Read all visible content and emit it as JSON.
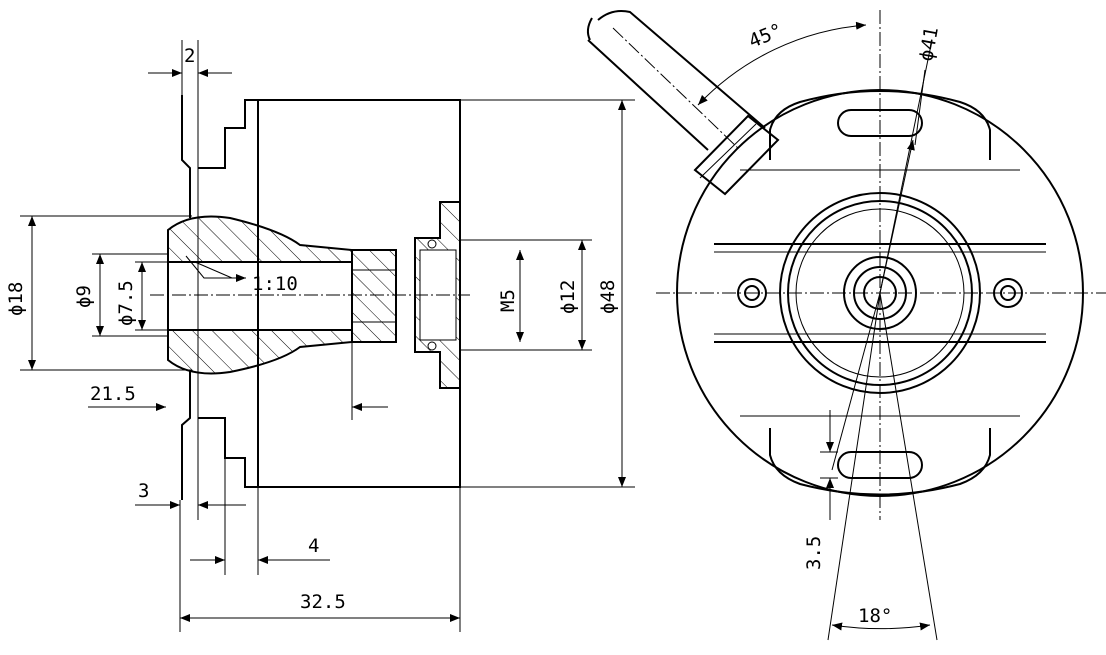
{
  "dimensions": {
    "d2": "2",
    "d18": "ϕ18",
    "d9": "ϕ9",
    "d7_5": "ϕ7.5",
    "taper": "1:10",
    "m5": "M5",
    "d12": "ϕ12",
    "d48": "ϕ48",
    "d21_5": "21.5",
    "d3": "3",
    "d4": "4",
    "d32_5": "32.5",
    "ang45": "45°",
    "d41": "ϕ41",
    "d3_5": "3.5",
    "ang18": "18°"
  }
}
